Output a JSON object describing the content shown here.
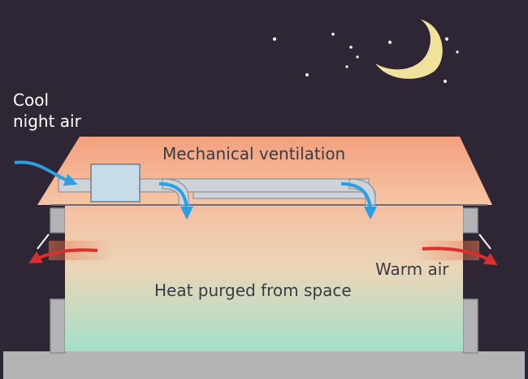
{
  "labels": {
    "cool_night_air_line1": "Cool",
    "cool_night_air_line2": "night air",
    "mechanical_ventilation": "Mechanical ventilation",
    "warm_air": "Warm air",
    "heat_purged": "Heat purged from space"
  },
  "colors": {
    "sky": "#2e2535",
    "star": "#ffffff",
    "moon": "#f0e29a",
    "roof_top": "#f3a07e",
    "roof_bottom": "#f6c2a0",
    "interior_top": "#f6c0a3",
    "interior_bottom": "#a8e0c8",
    "wall": "#b4b4b6",
    "duct": "#cdd3d9",
    "fan_box": "#c8dbe8",
    "cool_arrow": "#2d9fe0",
    "warm_arrow": "#d8302e",
    "text_dark": "#3a3a45",
    "text_light": "#ffffff"
  },
  "icons": [
    "moon-icon",
    "star-icon",
    "fan-unit",
    "cool-air-arrow",
    "warm-air-arrow"
  ]
}
